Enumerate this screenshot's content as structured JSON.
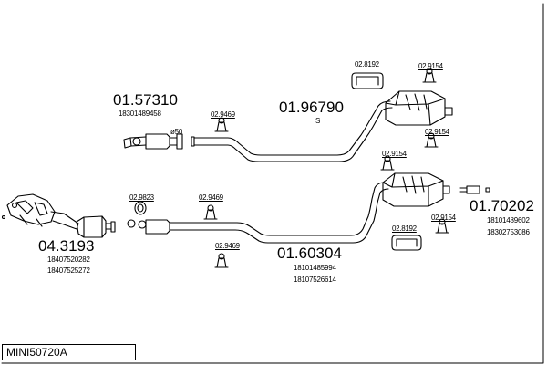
{
  "diagram_code": "MINI50720A",
  "parts": {
    "p1": {
      "number": "01.57310",
      "refs": [
        "18301489458"
      ]
    },
    "p2": {
      "number": "01.96790",
      "note": "S"
    },
    "p3": {
      "number": "04.3193",
      "refs": [
        "18407520282",
        "18407525272"
      ]
    },
    "p4": {
      "number": "01.60304",
      "refs": [
        "18101485994",
        "18107526614"
      ]
    },
    "p5": {
      "number": "01.70202",
      "refs": [
        "18101489602",
        "18302753086"
      ]
    }
  },
  "dimension": "ø50",
  "hardware": {
    "h1": "02.8192",
    "h2": "02.9154",
    "h3": "02.9469",
    "h4": "02.9154",
    "h5": "02.9154",
    "h6": "02.9823",
    "h7": "02.9469",
    "h8": "02.9469",
    "h9": "02.8192",
    "h10": "02.9154"
  }
}
